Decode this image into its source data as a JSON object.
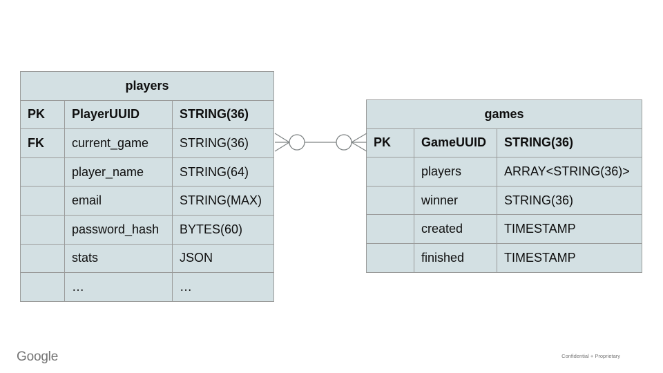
{
  "slide": {
    "footer_logo": "Google",
    "footer_note": "Confidential + Proprietary"
  },
  "diagram": {
    "tables": [
      {
        "name": "players",
        "rows": [
          {
            "key": "PK",
            "field": "PlayerUUID",
            "type": "STRING(36)"
          },
          {
            "key": "FK",
            "field": "current_game",
            "type": "STRING(36)"
          },
          {
            "key": "",
            "field": "player_name",
            "type": "STRING(64)"
          },
          {
            "key": "",
            "field": "email",
            "type": "STRING(MAX)"
          },
          {
            "key": "",
            "field": "password_hash",
            "type": "BYTES(60)"
          },
          {
            "key": "",
            "field": "stats",
            "type": "JSON"
          },
          {
            "key": "",
            "field": "…",
            "type": "…"
          }
        ]
      },
      {
        "name": "games",
        "rows": [
          {
            "key": "PK",
            "field": "GameUUID",
            "type": "STRING(36)"
          },
          {
            "key": "",
            "field": "players",
            "type": "ARRAY<STRING(36)>"
          },
          {
            "key": "",
            "field": "winner",
            "type": "STRING(36)"
          },
          {
            "key": "",
            "field": "created",
            "type": "TIMESTAMP"
          },
          {
            "key": "",
            "field": "finished",
            "type": "TIMESTAMP"
          }
        ]
      }
    ],
    "relationship": {
      "from_table": "players",
      "to_table": "games",
      "cardinality": "many-to-many (optional)",
      "notation": "crows-foot"
    }
  },
  "colors": {
    "table_fill": "#d3e0e3",
    "table_border": "#9a9b9a",
    "connector_stroke": "#7f8485",
    "text": "#0e0e0e",
    "footer_gray": "#757575"
  }
}
